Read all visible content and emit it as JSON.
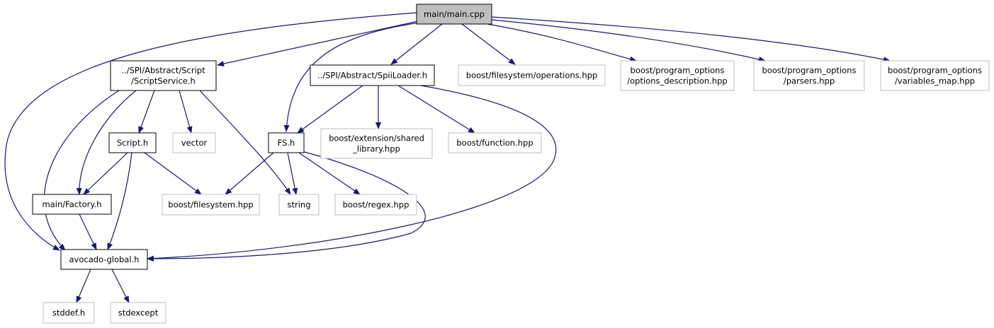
{
  "graph": {
    "colors": {
      "edge": "#191970",
      "project_border": "#000000",
      "external_border": "#bfbfbf",
      "root_fill": "#bfbfbf",
      "text": "#000000"
    },
    "nodes": [
      {
        "id": "main_cpp",
        "lines": [
          "main/main.cpp"
        ],
        "kind": "root"
      },
      {
        "id": "scriptservice",
        "lines": [
          "../SPI/Abstract/Script",
          "/ScriptService.h"
        ],
        "kind": "project"
      },
      {
        "id": "spiiloader",
        "lines": [
          "../SPI/Abstract/SpiiLoader.h"
        ],
        "kind": "project"
      },
      {
        "id": "fs_operations",
        "lines": [
          "boost/filesystem/operations.hpp"
        ],
        "kind": "external"
      },
      {
        "id": "po_options",
        "lines": [
          "boost/program_options",
          "/options_description.hpp"
        ],
        "kind": "external"
      },
      {
        "id": "po_parsers",
        "lines": [
          "boost/program_options",
          "/parsers.hpp"
        ],
        "kind": "external"
      },
      {
        "id": "po_variables",
        "lines": [
          "boost/program_options",
          "/variables_map.hpp"
        ],
        "kind": "external"
      },
      {
        "id": "script_h",
        "lines": [
          "Script.h"
        ],
        "kind": "project"
      },
      {
        "id": "vector",
        "lines": [
          "vector"
        ],
        "kind": "external"
      },
      {
        "id": "fs_h",
        "lines": [
          "FS.h"
        ],
        "kind": "project"
      },
      {
        "id": "shared_library",
        "lines": [
          "boost/extension/shared",
          "_library.hpp"
        ],
        "kind": "external"
      },
      {
        "id": "function_hpp",
        "lines": [
          "boost/function.hpp"
        ],
        "kind": "external"
      },
      {
        "id": "factory_h",
        "lines": [
          "main/Factory.h"
        ],
        "kind": "project"
      },
      {
        "id": "filesystem_hpp",
        "lines": [
          "boost/filesystem.hpp"
        ],
        "kind": "external"
      },
      {
        "id": "string",
        "lines": [
          "string"
        ],
        "kind": "external"
      },
      {
        "id": "regex_hpp",
        "lines": [
          "boost/regex.hpp"
        ],
        "kind": "external"
      },
      {
        "id": "avocado_global",
        "lines": [
          "avocado-global.h"
        ],
        "kind": "project"
      },
      {
        "id": "stddef",
        "lines": [
          "stddef.h"
        ],
        "kind": "external"
      },
      {
        "id": "stdexcept",
        "lines": [
          "stdexcept"
        ],
        "kind": "external"
      }
    ],
    "edges": [
      {
        "from": "main_cpp",
        "to": "scriptservice"
      },
      {
        "from": "main_cpp",
        "to": "spiiloader"
      },
      {
        "from": "main_cpp",
        "to": "fs_operations"
      },
      {
        "from": "main_cpp",
        "to": "po_options"
      },
      {
        "from": "main_cpp",
        "to": "po_parsers"
      },
      {
        "from": "main_cpp",
        "to": "po_variables"
      },
      {
        "from": "main_cpp",
        "to": "fs_h"
      },
      {
        "from": "main_cpp",
        "to": "avocado_global"
      },
      {
        "from": "scriptservice",
        "to": "script_h"
      },
      {
        "from": "scriptservice",
        "to": "vector"
      },
      {
        "from": "scriptservice",
        "to": "string"
      },
      {
        "from": "scriptservice",
        "to": "factory_h"
      },
      {
        "from": "scriptservice",
        "to": "avocado_global"
      },
      {
        "from": "spiiloader",
        "to": "fs_h"
      },
      {
        "from": "spiiloader",
        "to": "shared_library"
      },
      {
        "from": "spiiloader",
        "to": "function_hpp"
      },
      {
        "from": "spiiloader",
        "to": "avocado_global"
      },
      {
        "from": "script_h",
        "to": "factory_h"
      },
      {
        "from": "script_h",
        "to": "filesystem_hpp"
      },
      {
        "from": "script_h",
        "to": "avocado_global"
      },
      {
        "from": "fs_h",
        "to": "filesystem_hpp"
      },
      {
        "from": "fs_h",
        "to": "string"
      },
      {
        "from": "fs_h",
        "to": "regex_hpp"
      },
      {
        "from": "fs_h",
        "to": "avocado_global"
      },
      {
        "from": "factory_h",
        "to": "avocado_global"
      },
      {
        "from": "avocado_global",
        "to": "stddef"
      },
      {
        "from": "avocado_global",
        "to": "stdexcept"
      }
    ]
  }
}
